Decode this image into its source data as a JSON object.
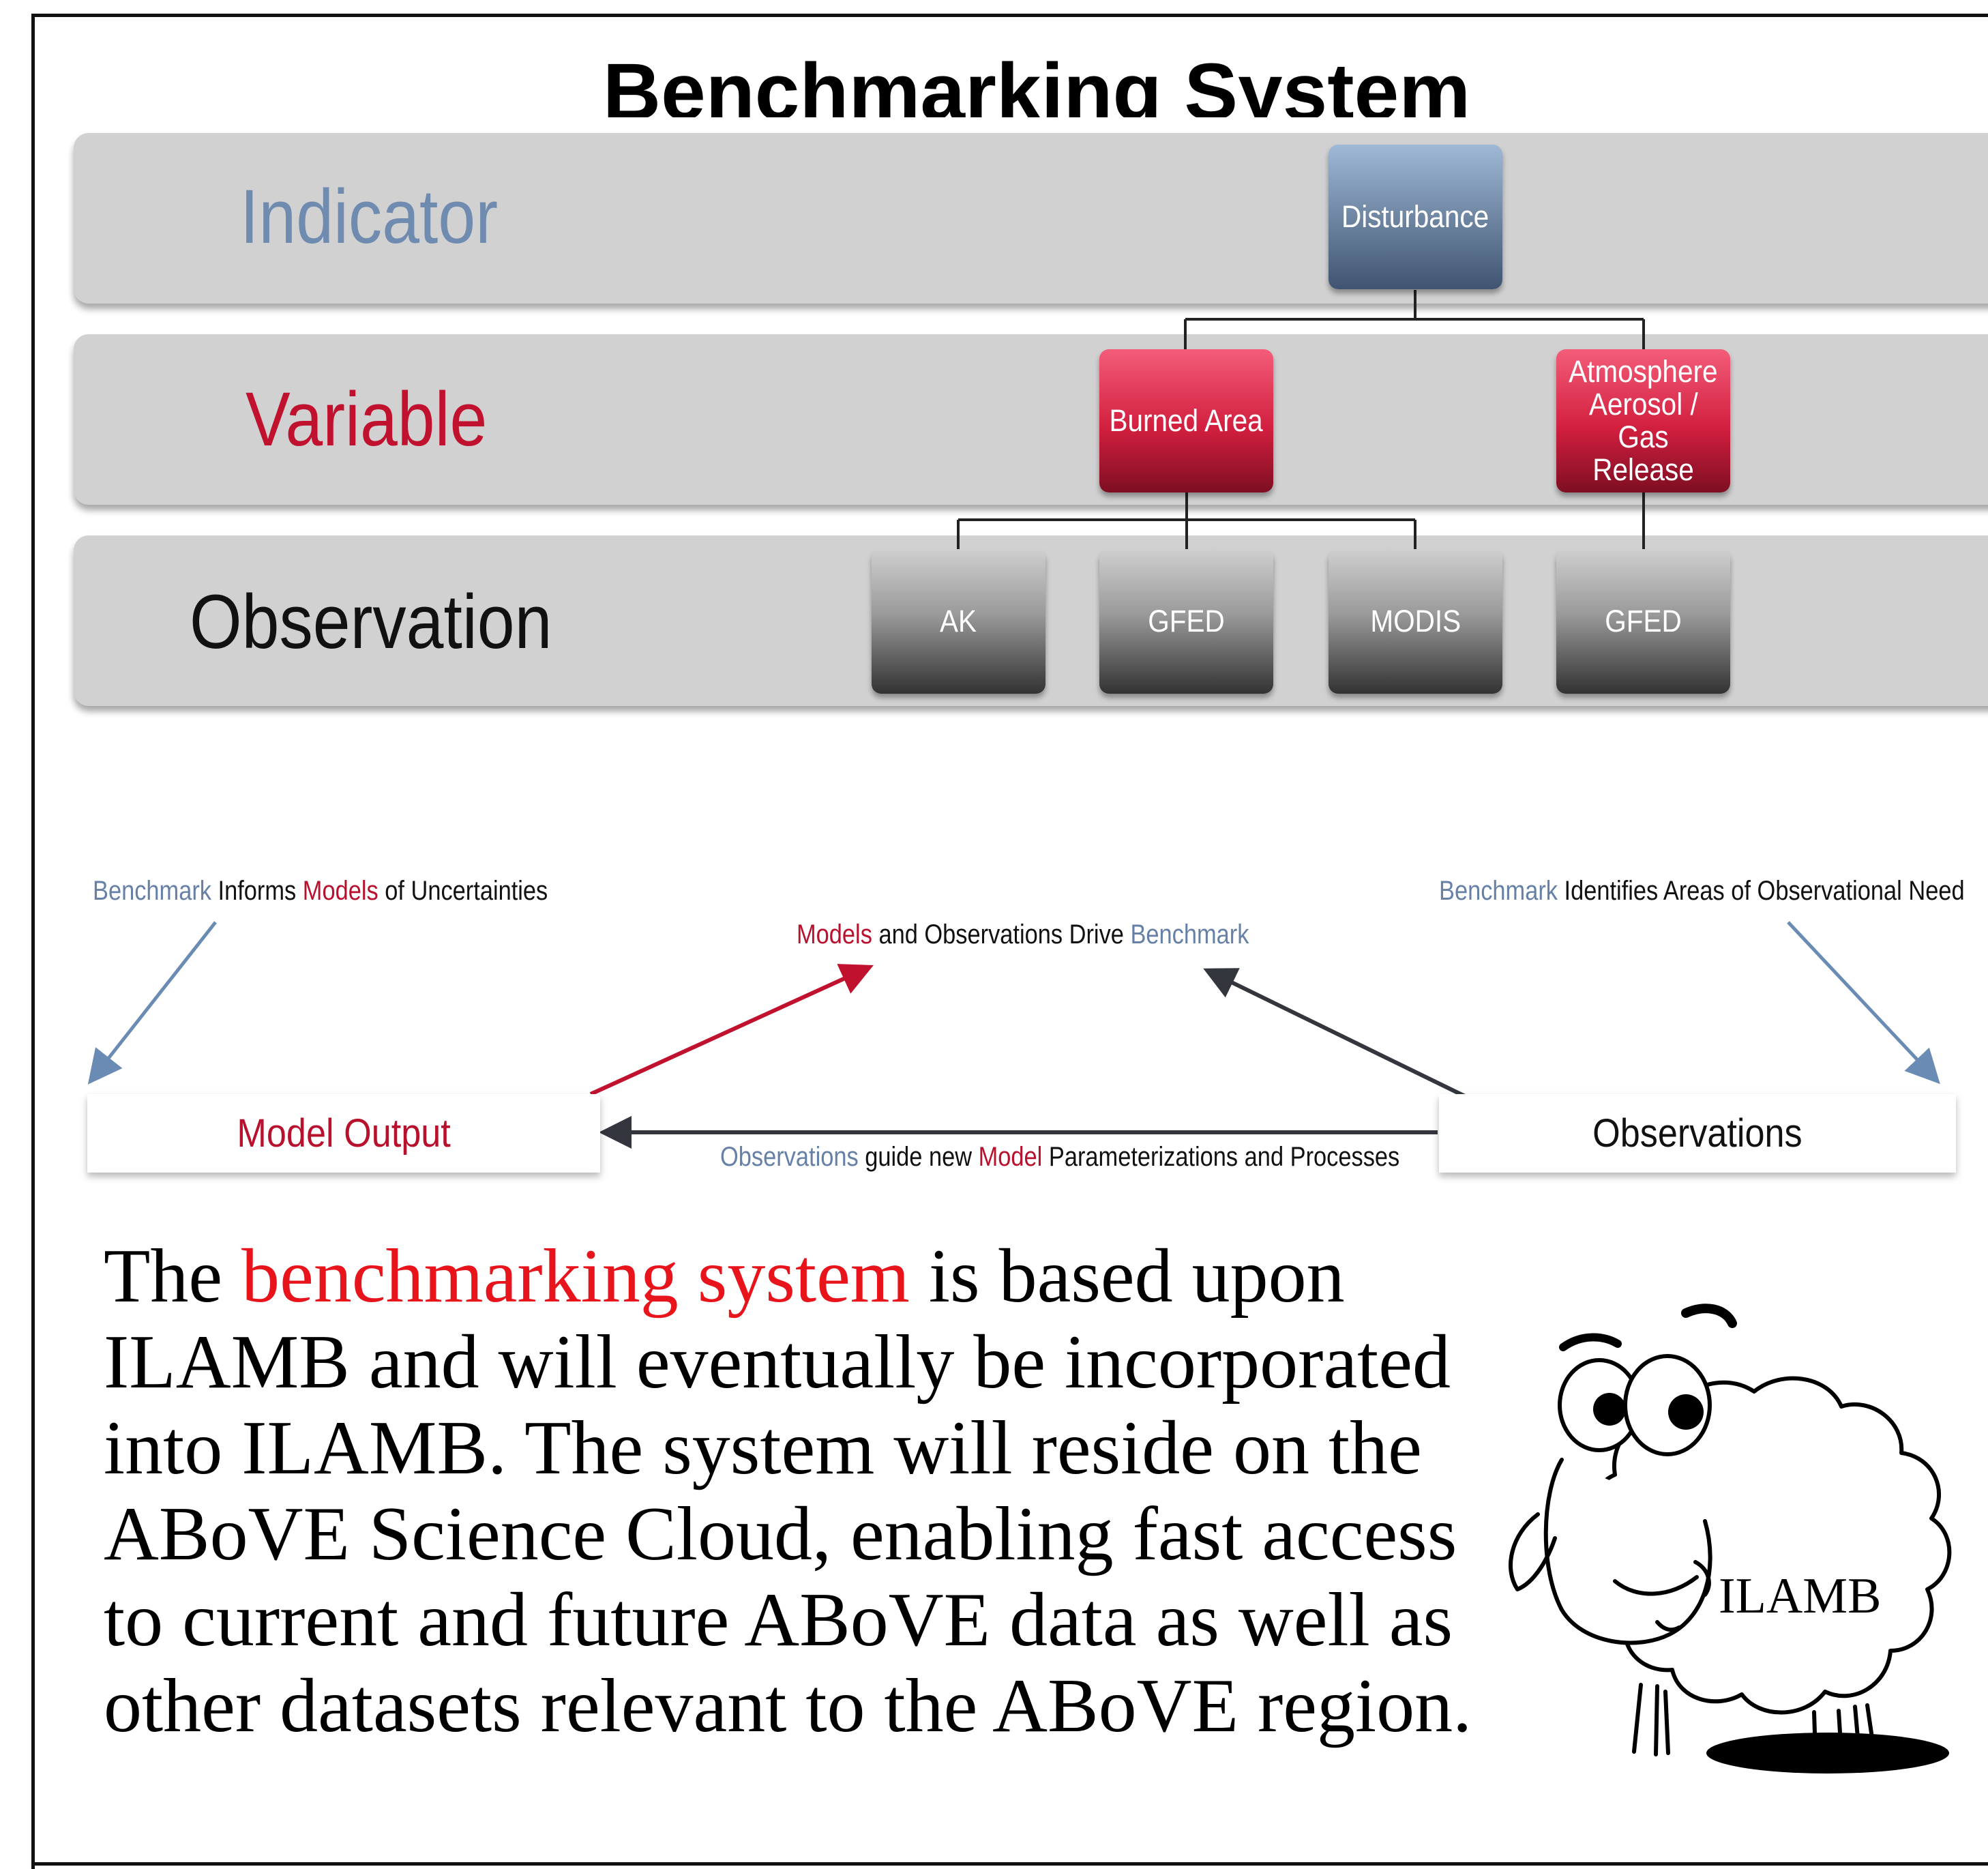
{
  "title": "Benchmarking System",
  "rows": {
    "indicator": "Indicator",
    "variable": "Variable",
    "observation": "Observation"
  },
  "nodes": {
    "disturbance": "Disturbance",
    "burned_area": "Burned Area",
    "atmosphere": [
      "Atmosphere",
      "Aerosol /",
      "Gas Release"
    ],
    "obs_ak": "AK",
    "obs_gfed_1": "GFED",
    "obs_modis": "MODIS",
    "obs_gfed_2": "GFED"
  },
  "cycle": {
    "left_caption": {
      "a": "Benchmark",
      "b": " Informs ",
      "c": "Models",
      "d": " of Uncertainties"
    },
    "center_caption": {
      "a": "Models",
      "b": " and Observations Drive ",
      "c": "Benchmark"
    },
    "right_caption": {
      "a": "Benchmark",
      "b": " Identifies Areas of Observational Need"
    },
    "bottom_caption": {
      "a": "Observations",
      "b": " guide new ",
      "c": "Model",
      "d": " Parameterizations and Processes"
    },
    "model_output": "Model Output",
    "observations": "Observations"
  },
  "paragraph": {
    "p1": "The ",
    "highlight": "benchmarking system",
    "p2": " is based upon ILAMB and will eventually be incorporated into ILAMB. The system will reside on the ABoVE Science Cloud, enabling fast access to current and future ABoVE data as well as other datasets relevant to the ABoVE region."
  },
  "mascot": {
    "label": "ILAMB"
  },
  "colors": {
    "indicator": "#6f8bb0",
    "variable": "#c0122f",
    "observation": "#111111",
    "band": "#d1d1d1",
    "arrow_blue": "#6a8bb3",
    "arrow_red": "#c0122f",
    "arrow_dark": "#33373d",
    "highlight": "#e8141c"
  }
}
